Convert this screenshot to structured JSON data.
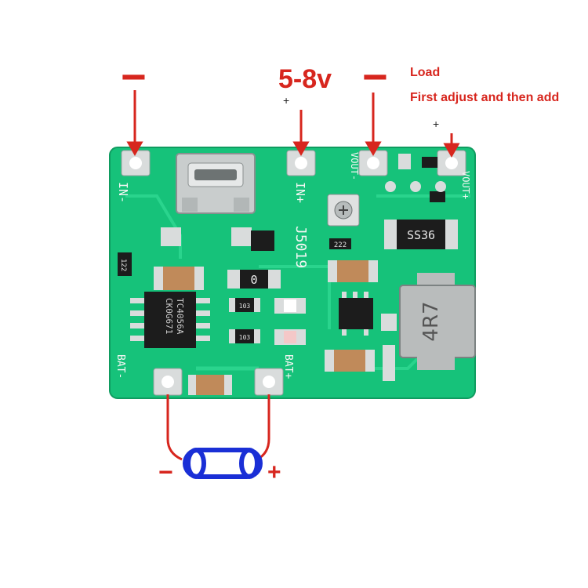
{
  "annotations": {
    "in_minus": "−",
    "in_voltage": "5-8v",
    "in_plus": "+",
    "out_minus": "−",
    "load_title": "Load",
    "load_instruction": "First adjust and then add",
    "out_plus": "+",
    "bat_minus": "−",
    "bat_plus": "+"
  },
  "board": {
    "silkscreen": {
      "in_minus": "IN-",
      "in_plus": "IN+",
      "model": "J5019",
      "vout_minus": "VOUT-",
      "vout_plus": "VOUT+",
      "bat_minus": "BAT-",
      "bat_plus": "BAT+"
    },
    "chips": {
      "charger_ic_line1": "TC4056A",
      "charger_ic_line2": "CK0G671",
      "diode": "SS36",
      "resistor_a": "122",
      "resistor_b": "222",
      "led_resistor_a": "103",
      "led_resistor_b": "103",
      "zero_ohm": "0",
      "inductor": "4R7"
    }
  },
  "colors": {
    "annotation_red": "#d7261e",
    "pcb_green": "#16c27a",
    "pad_silver": "#d9dcdc",
    "battery_blue": "#1a2fd6"
  }
}
